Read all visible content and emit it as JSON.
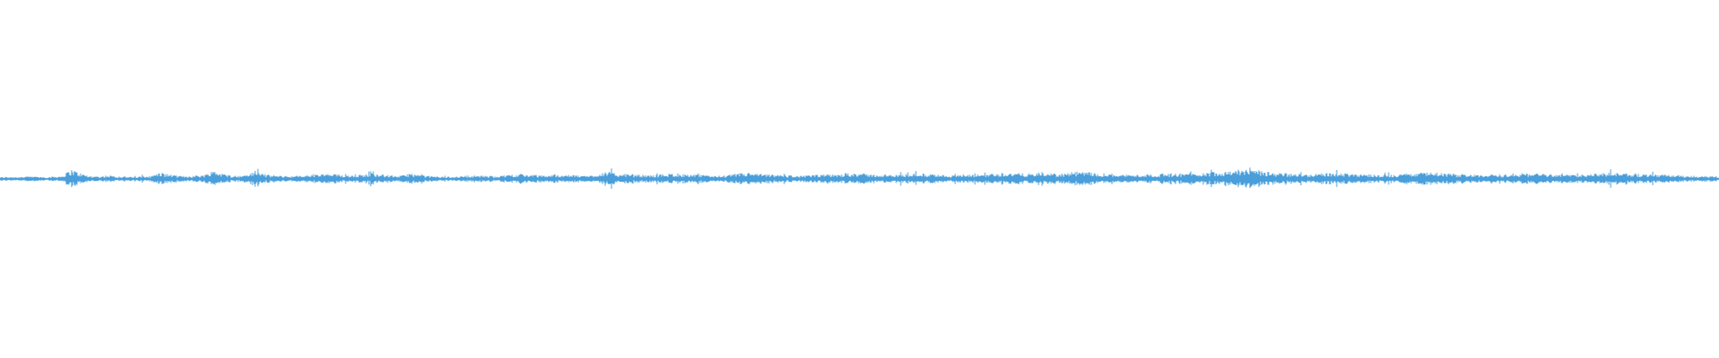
{
  "waveform": {
    "color": "#4a9fdb",
    "background": "#ffffff",
    "baseline_level": 0.0,
    "envelope": [
      0.18,
      0.22,
      0.2,
      0.25,
      0.22,
      0.2,
      0.24,
      0.3,
      0.95,
      0.55,
      0.3,
      0.25,
      0.35,
      0.28,
      0.22,
      0.2,
      0.25,
      0.3,
      0.62,
      0.45,
      0.3,
      0.28,
      0.35,
      0.4,
      0.85,
      0.5,
      0.35,
      0.3,
      0.55,
      0.7,
      0.4,
      0.35,
      0.3,
      0.28,
      0.35,
      0.4,
      0.45,
      0.5,
      0.42,
      0.38,
      0.4,
      0.45,
      0.6,
      0.42,
      0.35,
      0.3,
      0.55,
      0.4,
      0.3,
      0.25,
      0.22,
      0.25,
      0.3,
      0.35,
      0.32,
      0.3,
      0.28,
      0.4,
      0.5,
      0.45,
      0.38,
      0.35,
      0.4,
      0.42,
      0.38,
      0.35,
      0.3,
      0.45,
      0.75,
      0.55,
      0.5,
      0.45,
      0.4,
      0.35,
      0.42,
      0.5,
      0.55,
      0.45,
      0.4,
      0.38,
      0.35,
      0.3,
      0.4,
      0.55,
      0.6,
      0.5,
      0.45,
      0.4,
      0.38,
      0.35,
      0.3,
      0.35,
      0.4,
      0.45,
      0.42,
      0.55,
      0.6,
      0.5,
      0.45,
      0.4,
      0.38,
      0.42,
      0.5,
      0.55,
      0.48,
      0.42,
      0.4,
      0.38,
      0.35,
      0.4,
      0.45,
      0.5,
      0.55,
      0.6,
      0.58,
      0.52,
      0.5,
      0.65,
      0.55,
      0.5,
      0.6,
      0.7,
      0.65,
      0.6,
      0.55,
      0.5,
      0.45,
      0.4,
      0.42,
      0.45,
      0.48,
      0.5,
      0.52,
      0.55,
      0.58,
      0.6,
      0.68,
      0.75,
      0.85,
      0.92,
      0.88,
      0.8,
      0.7,
      0.6,
      0.55,
      0.5,
      0.48,
      0.45,
      0.5,
      0.55,
      0.58,
      0.55,
      0.52,
      0.48,
      0.45,
      0.42,
      0.4,
      0.45,
      0.5,
      0.55,
      0.6,
      0.62,
      0.55,
      0.5,
      0.48,
      0.45,
      0.42,
      0.4,
      0.38,
      0.42,
      0.45,
      0.5,
      0.55,
      0.52,
      0.48,
      0.45,
      0.42,
      0.4,
      0.45,
      0.5,
      0.55,
      0.6,
      0.58,
      0.52,
      0.48,
      0.45,
      0.42,
      0.4,
      0.38,
      0.35,
      0.3,
      0.28,
      0.25,
      0.22
    ]
  }
}
